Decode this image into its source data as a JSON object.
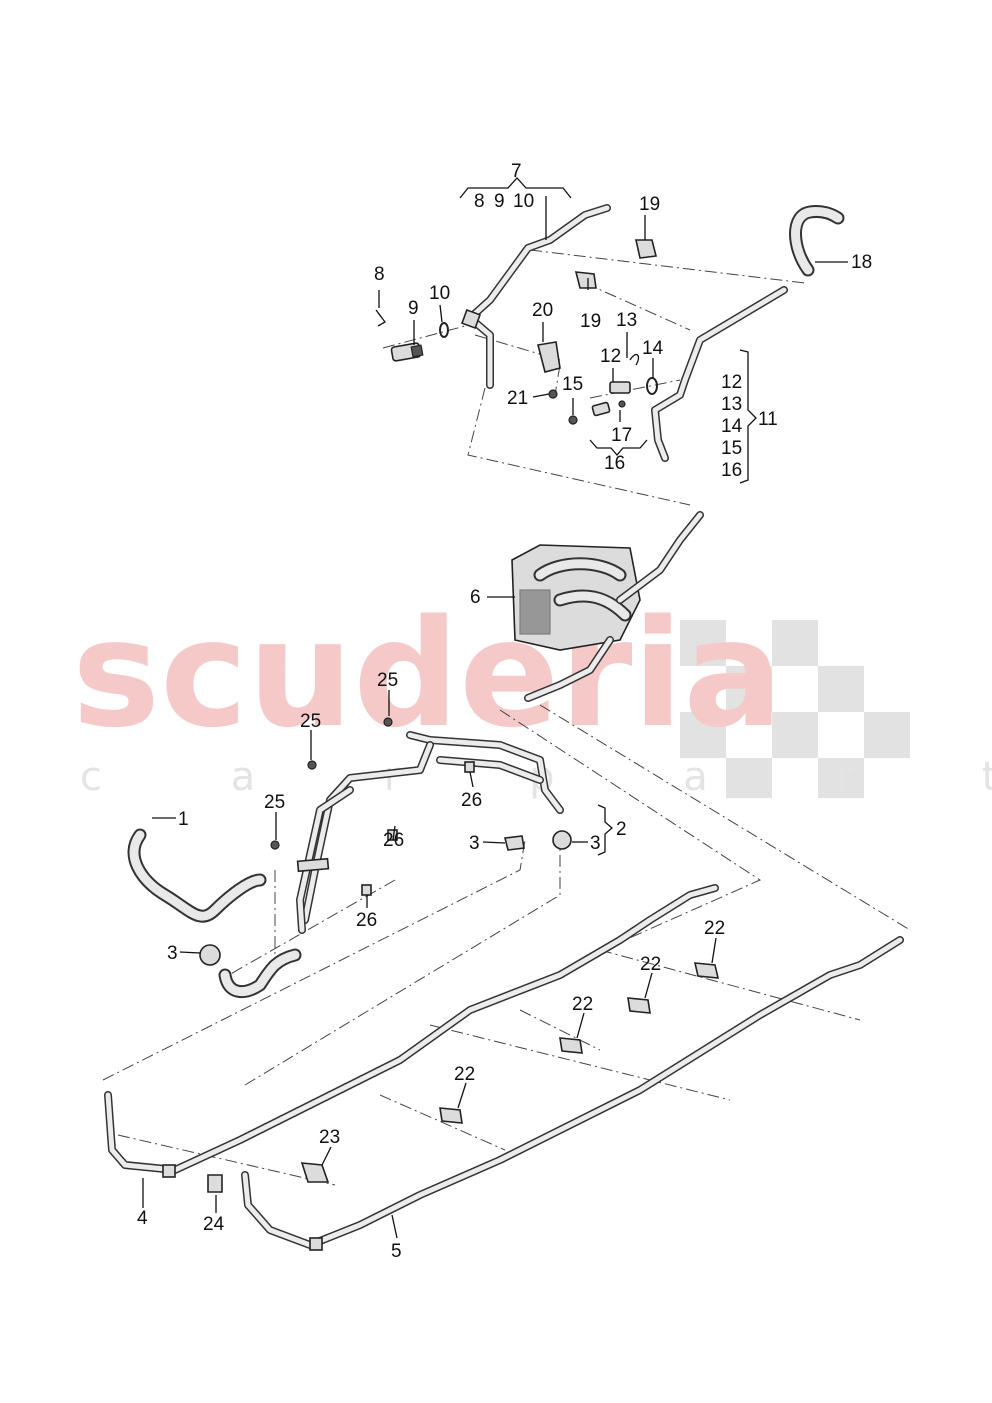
{
  "watermark": {
    "main": "scuderia",
    "sub": "c a r   p a r t s"
  },
  "colors": {
    "watermark_text": "#f6c9c9",
    "watermark_checker": "#e2e2e2",
    "lines": "#333333",
    "part_fill": "#dcdcdc"
  },
  "callouts": [
    {
      "id": "c7",
      "text": "7"
    },
    {
      "id": "c8a",
      "text": "8"
    },
    {
      "id": "c9a",
      "text": "9"
    },
    {
      "id": "c10a",
      "text": "10"
    },
    {
      "id": "c19a",
      "text": "19"
    },
    {
      "id": "c18",
      "text": "18"
    },
    {
      "id": "c8",
      "text": "8"
    },
    {
      "id": "c9",
      "text": "9"
    },
    {
      "id": "c10",
      "text": "10"
    },
    {
      "id": "c20",
      "text": "20"
    },
    {
      "id": "c19b",
      "text": "19"
    },
    {
      "id": "c13",
      "text": "13"
    },
    {
      "id": "c12",
      "text": "12"
    },
    {
      "id": "c14",
      "text": "14"
    },
    {
      "id": "c21",
      "text": "21"
    },
    {
      "id": "c15",
      "text": "15"
    },
    {
      "id": "c17",
      "text": "17"
    },
    {
      "id": "c16",
      "text": "16"
    },
    {
      "id": "c11_12",
      "text": "12"
    },
    {
      "id": "c11_13",
      "text": "13"
    },
    {
      "id": "c11_14",
      "text": "14"
    },
    {
      "id": "c11_15",
      "text": "15"
    },
    {
      "id": "c11_16",
      "text": "16"
    },
    {
      "id": "c11",
      "text": "11"
    },
    {
      "id": "c6",
      "text": "6"
    },
    {
      "id": "c25a",
      "text": "25"
    },
    {
      "id": "c25b",
      "text": "25"
    },
    {
      "id": "c25c",
      "text": "25"
    },
    {
      "id": "c26a",
      "text": "26"
    },
    {
      "id": "c26b",
      "text": "26"
    },
    {
      "id": "c26c",
      "text": "26"
    },
    {
      "id": "c1",
      "text": "1"
    },
    {
      "id": "c2",
      "text": "2"
    },
    {
      "id": "c3a",
      "text": "3"
    },
    {
      "id": "c3b",
      "text": "3"
    },
    {
      "id": "c3c",
      "text": "3"
    },
    {
      "id": "c22a",
      "text": "22"
    },
    {
      "id": "c22b",
      "text": "22"
    },
    {
      "id": "c22c",
      "text": "22"
    },
    {
      "id": "c22d",
      "text": "22"
    },
    {
      "id": "c23",
      "text": "23"
    },
    {
      "id": "c4",
      "text": "4"
    },
    {
      "id": "c24",
      "text": "24"
    },
    {
      "id": "c5",
      "text": "5"
    }
  ]
}
